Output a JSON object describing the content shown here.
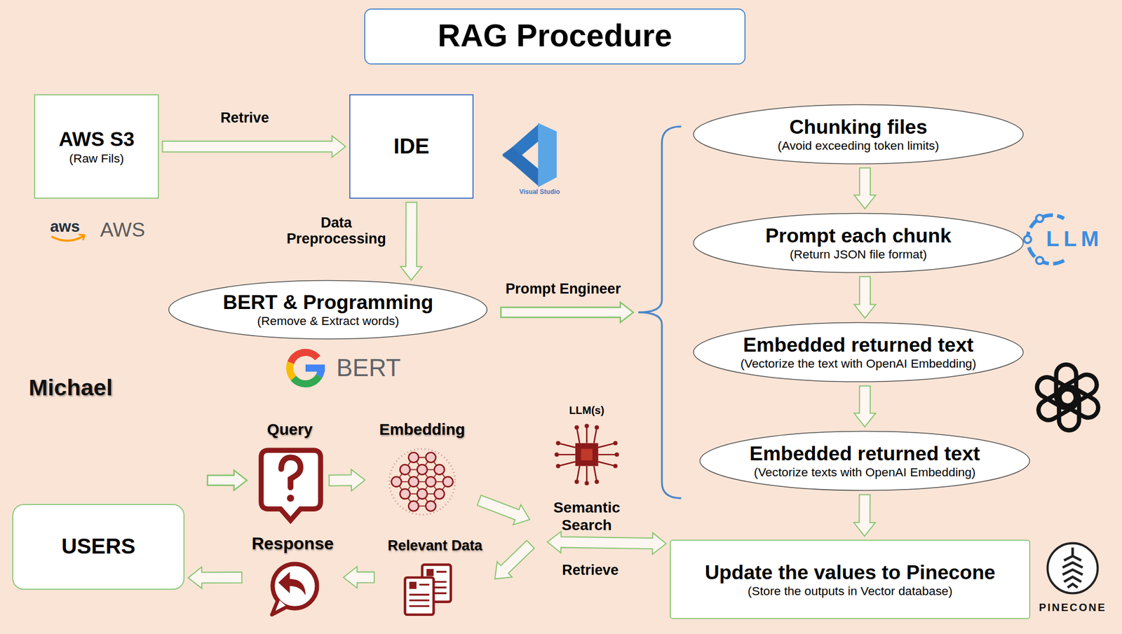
{
  "diagram": {
    "title": "RAG Procedure",
    "nodes": [
      {
        "text": [
          "AWS S3",
          "(Raw Fils)"
        ]
      },
      {
        "text": [
          "IDE"
        ]
      },
      {
        "text": [
          "BERT & Programming",
          "(Remove & Extract words)"
        ]
      },
      {
        "text": [
          "Chunking files",
          "(Avoid exceeding token limits)"
        ]
      },
      {
        "text": [
          "Prompt each chunk",
          "(Return JSON file format)"
        ]
      },
      {
        "text": [
          "Embedded returned text",
          "(Vectorize the text with OpenAI Embedding)"
        ]
      },
      {
        "text": [
          "Embedded returned text",
          "(Vectorize texts with OpenAI Embedding)"
        ]
      },
      {
        "text": [
          "Update the values to Pinecone",
          "(Store the outputs in Vector database)"
        ]
      },
      {
        "text": [
          "Query"
        ]
      },
      {
        "text": [
          "Embedding"
        ]
      },
      {
        "text": [
          "LLM(s)",
          "Semantic Search"
        ]
      },
      {
        "text": [
          "Relevant Data"
        ]
      },
      {
        "text": [
          "Response"
        ]
      },
      {
        "text": [
          "USERS"
        ]
      }
    ],
    "edges": [
      {
        "from": 0,
        "to": 1,
        "label": "Retrive",
        "arrow": "to"
      },
      {
        "from": 1,
        "to": 2,
        "label": "Data Preprocessing",
        "arrow": "to"
      },
      {
        "from": 3,
        "to": 4,
        "arrow": "to"
      },
      {
        "from": 4,
        "to": 5,
        "arrow": "to"
      },
      {
        "from": 5,
        "to": 6,
        "arrow": "to"
      },
      {
        "from": 6,
        "to": 7,
        "arrow": "to"
      },
      {
        "from": 8,
        "to": 9,
        "arrow": "to"
      },
      {
        "from": 9,
        "to": 10,
        "arrow": "to"
      },
      {
        "from": 10,
        "to": 7,
        "label": "Retrieve",
        "arrow": "both"
      },
      {
        "from": 10,
        "to": 11,
        "arrow": "to"
      },
      {
        "from": 11,
        "to": 12,
        "arrow": "to"
      },
      {
        "from": 12,
        "to": 13,
        "arrow": "to"
      }
    ],
    "labels": [
      "Visual Studio",
      "aws",
      "AWS",
      "Prompt Engineer",
      "BERT",
      "LLM",
      "Michael",
      "PINECONE"
    ]
  }
}
